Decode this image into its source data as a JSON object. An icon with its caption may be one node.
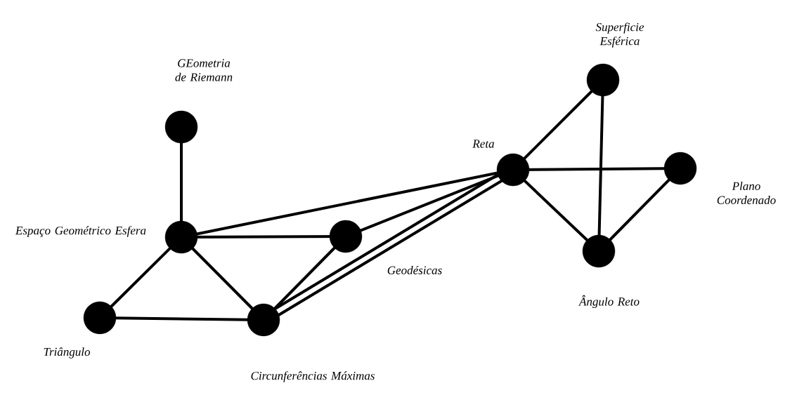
{
  "diagram": {
    "nodes": [
      {
        "text": [],
        "shape": "circle",
        "beside": [
          "GEometria de Riemann"
        ]
      },
      {
        "text": [],
        "shape": "circle",
        "beside": [
          "Espaço Geométrico Esfera"
        ]
      },
      {
        "text": [],
        "shape": "circle"
      },
      {
        "text": [],
        "shape": "circle",
        "beside": [
          "Triângulo"
        ]
      },
      {
        "text": [],
        "shape": "circle",
        "beside": [
          "Circunferências Máximas"
        ]
      },
      {
        "text": [],
        "shape": "circle",
        "beside": [
          "Reta"
        ]
      },
      {
        "text": [],
        "shape": "circle",
        "beside": [
          "Superficie Esférica"
        ]
      },
      {
        "text": [],
        "shape": "circle",
        "beside": [
          "Plano Coordenado"
        ]
      },
      {
        "text": [],
        "shape": "circle",
        "beside": [
          "Ângulo Reto"
        ]
      }
    ],
    "edges": [
      {
        "from": 0,
        "to": 1,
        "arrow": "none"
      },
      {
        "from": 1,
        "to": 2,
        "arrow": "none"
      },
      {
        "from": 1,
        "to": 3,
        "arrow": "none"
      },
      {
        "from": 1,
        "to": 4,
        "arrow": "none"
      },
      {
        "from": 3,
        "to": 4,
        "arrow": "none"
      },
      {
        "from": 2,
        "to": 4,
        "arrow": "none"
      },
      {
        "from": 1,
        "to": 5,
        "arrow": "none"
      },
      {
        "from": 2,
        "to": 5,
        "arrow": "none"
      },
      {
        "from": 4,
        "to": 5,
        "arrow": "none"
      },
      {
        "from": 4,
        "to": 5,
        "arrow": "none"
      },
      {
        "from": 5,
        "to": 6,
        "arrow": "none"
      },
      {
        "from": 5,
        "to": 7,
        "arrow": "none"
      },
      {
        "from": 5,
        "to": 8,
        "arrow": "none"
      },
      {
        "from": 6,
        "to": 8,
        "arrow": "none"
      },
      {
        "from": 7,
        "to": 8,
        "arrow": "none"
      }
    ],
    "labels": [
      "Geodésicas"
    ]
  }
}
